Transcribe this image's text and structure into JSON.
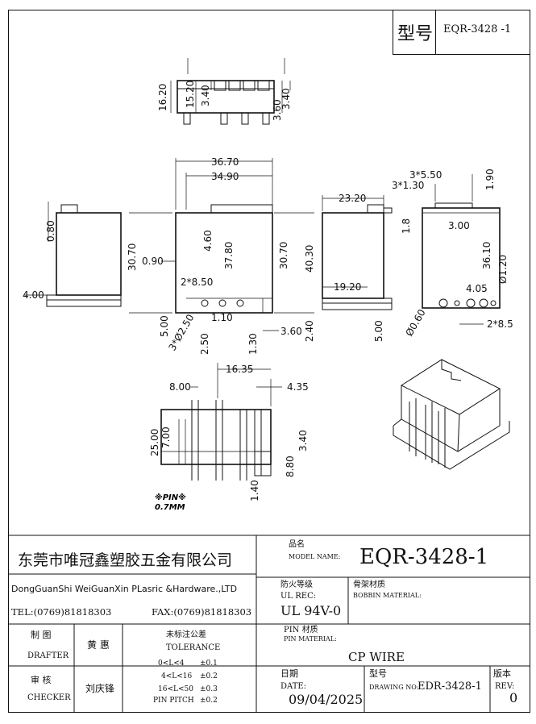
{
  "title_block": {
    "model_box_label": "型号",
    "model_box_value": "EQR-3428 -1",
    "company_cn": "东莞市唯冠鑫塑胶五金有限公司",
    "company_en": "DongGuanShi WeiGuanXin PLasric &Hardware.,LTD",
    "tel": "TEL:(0769)81818303",
    "fax": "FAX:(0769)81818303",
    "model_name_cn": "品名",
    "model_name_en": "MODEL NAME:",
    "model_name_value": "EQR-3428-1",
    "fire_cn": "防火等级",
    "fire_en": "UL REC:",
    "fire_value": "UL 94V-0",
    "bobbin_cn": "骨架材质",
    "bobbin_en": "BOBBIN MATERIAL:",
    "pin_mat_cn": "PIN 材质",
    "pin_mat_en": "PIN MATERIAL:",
    "pin_mat_value": "CP WIRE",
    "drafter_cn": "制 图",
    "drafter_en": "DRAFTER",
    "drafter_name": "黄 惠",
    "tol_cn": "未标注公差",
    "tol_en": "TOLERANCE",
    "tol_rows": [
      {
        "range": "0<L<4",
        "value": "±0.1"
      },
      {
        "range": "4<L<16",
        "value": "±0.2"
      },
      {
        "range": "16<L<50",
        "value": "±0.3"
      },
      {
        "range": "PIN PITCH",
        "value": "±0.2"
      }
    ],
    "checker_cn": "审 核",
    "checker_en": "CHECKER",
    "checker_name": "刘庆锋",
    "date_cn": "日期",
    "date_en": "DATE:",
    "date_value": "09/04/2025",
    "drawing_cn": "型号",
    "drawing_en": "DRAWING NO:",
    "drawing_value": "EDR-3428-1",
    "rev_cn": "版本",
    "rev_en": "REV:",
    "rev_value": "0"
  },
  "pin_note": {
    "line1": "※PIN※",
    "line2": "0.7MM"
  },
  "dimensions": {
    "top_view": [
      "16.20",
      "15.20",
      "3.40",
      "3.60",
      "3.40"
    ],
    "front_view": [
      "36.70",
      "34.90",
      "4.60",
      "37.80",
      "30.70",
      "40.30",
      "30.70",
      "0.90",
      "2*8.50",
      "5.00",
      "3*Ø2.50",
      "1.10",
      "2.50",
      "1.30",
      "3.60",
      "2.40"
    ],
    "left_view": [
      "0.80",
      "4.00"
    ],
    "side_view": [
      "23.20",
      "19.20",
      "5.00"
    ],
    "right_view": [
      "3*5.50",
      "3*1.30",
      "1.90",
      "1.8",
      "3.00",
      "36.10",
      "Ø1.20",
      "4.05",
      "Ø0.60",
      "2*8.5"
    ],
    "bottom_view": [
      "16.35",
      "8.00",
      "4.35",
      "25.00",
      "7.00",
      "3.40",
      "8.80",
      "1.40"
    ]
  }
}
